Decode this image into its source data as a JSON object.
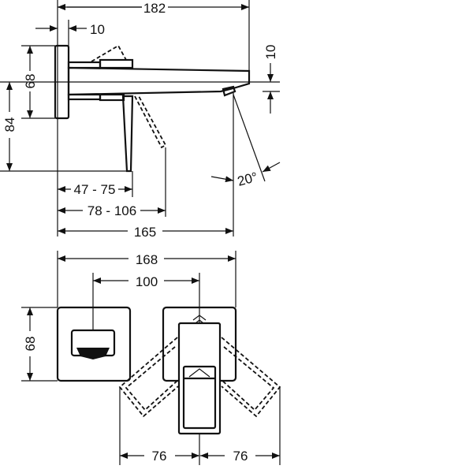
{
  "side_view": {
    "dim_total_length": "182",
    "dim_plate_thickness": "10",
    "dim_spout_height": "10",
    "dim_plate_height": "68",
    "dim_lever_height": "84",
    "dim_lever_range_1": "47 - 75",
    "dim_lever_range_2": "78 - 106",
    "dim_outlet_projection": "165",
    "dim_angle": "20°"
  },
  "front_view": {
    "dim_overall_width": "168",
    "dim_center_distance": "100",
    "dim_plate_height": "68",
    "dim_swing_left": "76",
    "dim_swing_right": "76"
  }
}
